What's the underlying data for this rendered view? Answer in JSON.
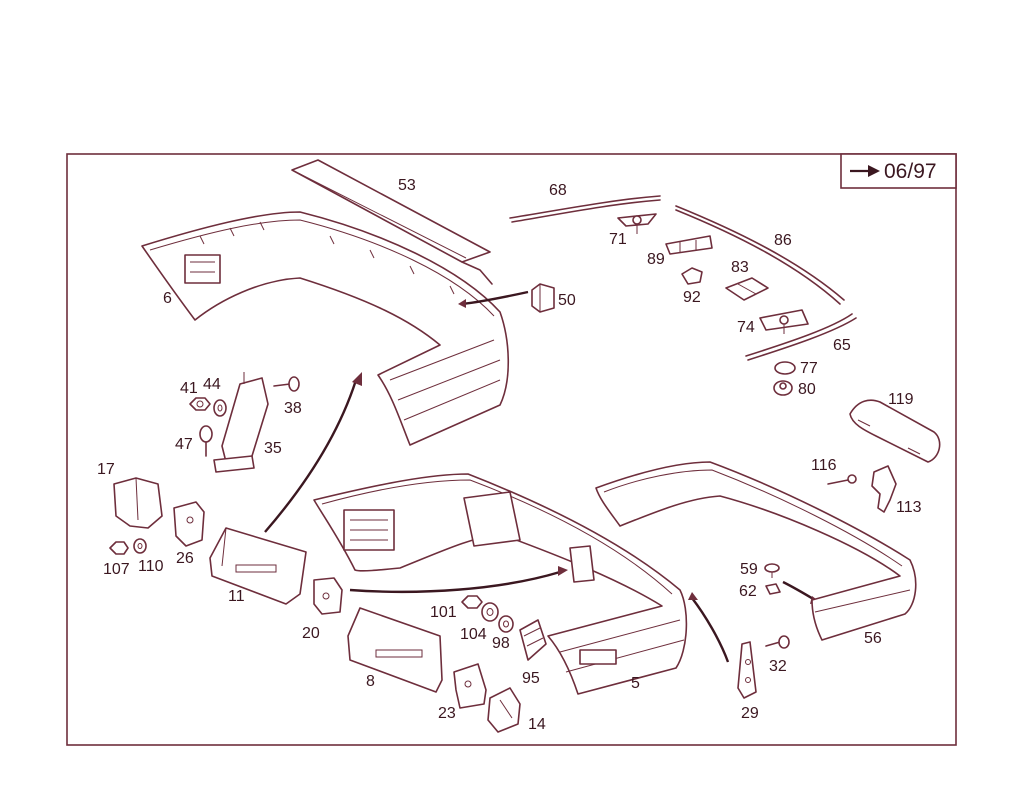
{
  "version_note": {
    "text": "06/97"
  },
  "labels": [
    {
      "id": "5",
      "text": "5"
    },
    {
      "id": "6",
      "text": "6"
    },
    {
      "id": "8",
      "text": "8"
    },
    {
      "id": "11",
      "text": "11"
    },
    {
      "id": "14",
      "text": "14"
    },
    {
      "id": "17",
      "text": "17"
    },
    {
      "id": "20",
      "text": "20"
    },
    {
      "id": "23",
      "text": "23"
    },
    {
      "id": "26",
      "text": "26"
    },
    {
      "id": "29",
      "text": "29"
    },
    {
      "id": "32",
      "text": "32"
    },
    {
      "id": "35",
      "text": "35"
    },
    {
      "id": "38",
      "text": "38"
    },
    {
      "id": "41",
      "text": "41"
    },
    {
      "id": "44",
      "text": "44"
    },
    {
      "id": "47",
      "text": "47"
    },
    {
      "id": "50",
      "text": "50"
    },
    {
      "id": "53",
      "text": "53"
    },
    {
      "id": "56",
      "text": "56"
    },
    {
      "id": "59",
      "text": "59"
    },
    {
      "id": "62",
      "text": "62"
    },
    {
      "id": "65",
      "text": "65"
    },
    {
      "id": "68",
      "text": "68"
    },
    {
      "id": "71",
      "text": "71"
    },
    {
      "id": "74",
      "text": "74"
    },
    {
      "id": "77",
      "text": "77"
    },
    {
      "id": "80",
      "text": "80"
    },
    {
      "id": "83",
      "text": "83"
    },
    {
      "id": "86",
      "text": "86"
    },
    {
      "id": "89",
      "text": "89"
    },
    {
      "id": "92",
      "text": "92"
    },
    {
      "id": "95",
      "text": "95"
    },
    {
      "id": "98",
      "text": "98"
    },
    {
      "id": "101",
      "text": "101"
    },
    {
      "id": "104",
      "text": "104"
    },
    {
      "id": "107",
      "text": "107"
    },
    {
      "id": "110",
      "text": "110"
    },
    {
      "id": "113",
      "text": "113"
    },
    {
      "id": "116",
      "text": "116"
    },
    {
      "id": "119",
      "text": "119"
    }
  ]
}
